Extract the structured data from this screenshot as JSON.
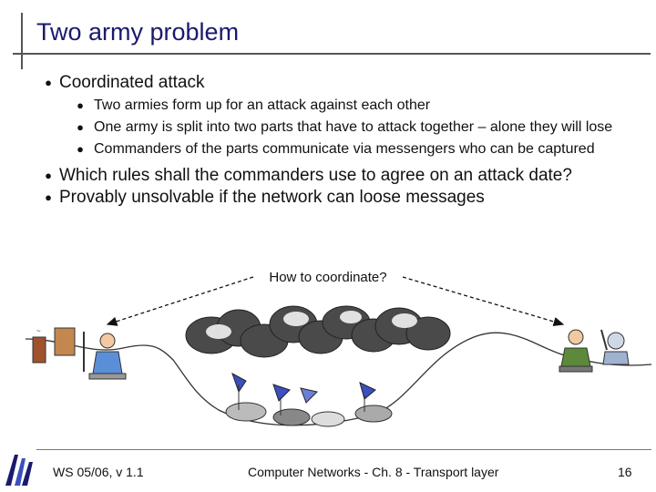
{
  "slide": {
    "title": "Two army problem",
    "bullets": [
      {
        "text": "Coordinated attack",
        "sub": [
          "Two armies form up for an attack against each other",
          "One army is split into two parts that have to attack together – alone they will lose",
          "Commanders of the parts communicate via messengers who can be captured"
        ]
      },
      {
        "text": "Which rules shall the commanders use to agree on an attack date?",
        "sub": []
      },
      {
        "text": "Provably unsolvable if the network can loose messages",
        "sub": []
      }
    ],
    "diagram_caption": "How to coordinate?",
    "bullet_glyph": "●"
  },
  "footer": {
    "left": "WS 05/06, v 1.1",
    "center": "Computer Networks - Ch. 8 - Transport layer",
    "page": "16"
  },
  "colors": {
    "title": "#1a1a6e",
    "rule": "#555555",
    "cloud_fill": "#4a4a4a",
    "cloud_highlight": "#f2f2f2",
    "accent_blue": "#3b4fbf"
  }
}
